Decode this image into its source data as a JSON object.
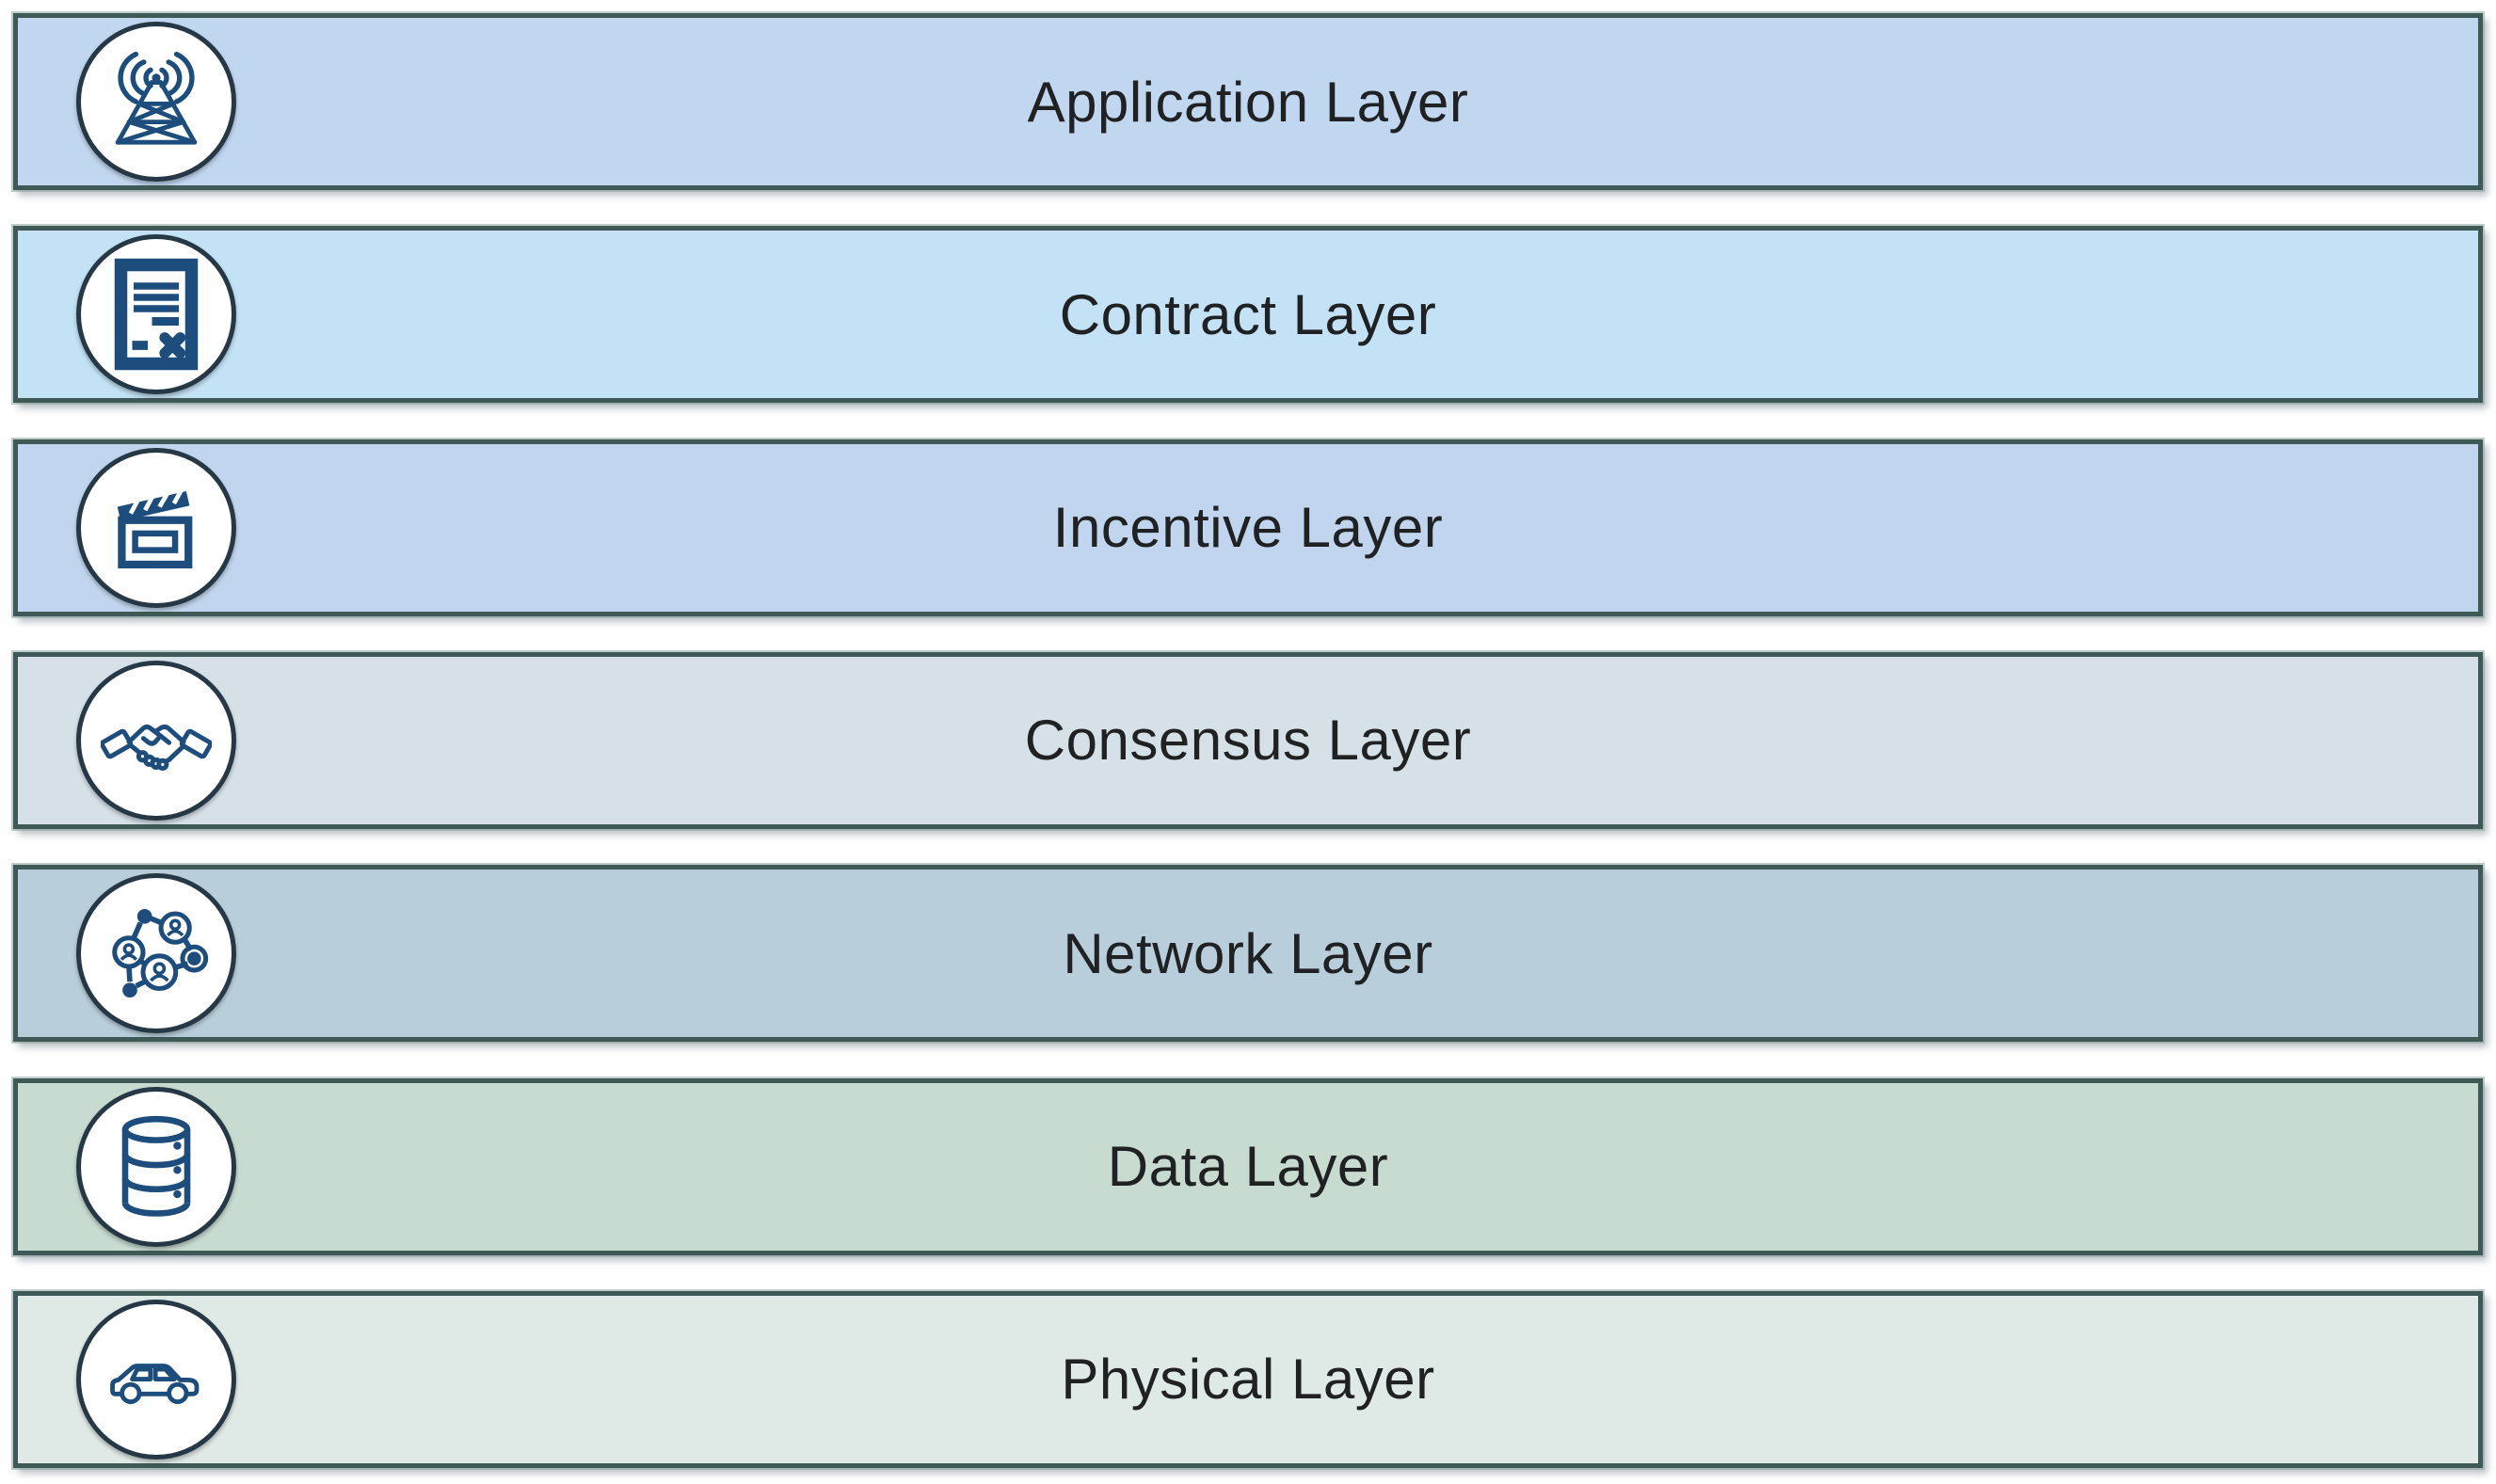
{
  "diagram": {
    "name": "layered-architecture-stack"
  },
  "layers": [
    {
      "label": "Application Layer",
      "icon": "radio-tower-icon",
      "color": "#c1d6ef"
    },
    {
      "label": "Contract Layer",
      "icon": "contract-document-icon",
      "color": "#c3e2f5"
    },
    {
      "label": "Incentive Layer",
      "icon": "clapperboard-icon",
      "color": "#c1d6ee"
    },
    {
      "label": "Consensus Layer",
      "icon": "handshake-icon",
      "color": "#d5e0e7"
    },
    {
      "label": "Network Layer",
      "icon": "network-nodes-icon",
      "color": "#b9cedb"
    },
    {
      "label": "Data Layer",
      "icon": "database-icon",
      "color": "#c7dbd1"
    },
    {
      "label": "Physical Layer",
      "icon": "car-icon",
      "color": "#dfe9e5"
    }
  ],
  "theme": {
    "page_bg": "#ffffff",
    "border_color": "#3f5a56",
    "circle_border": "#263845",
    "icon_color": "#1d4d7c",
    "text_color": "#1f2123"
  }
}
